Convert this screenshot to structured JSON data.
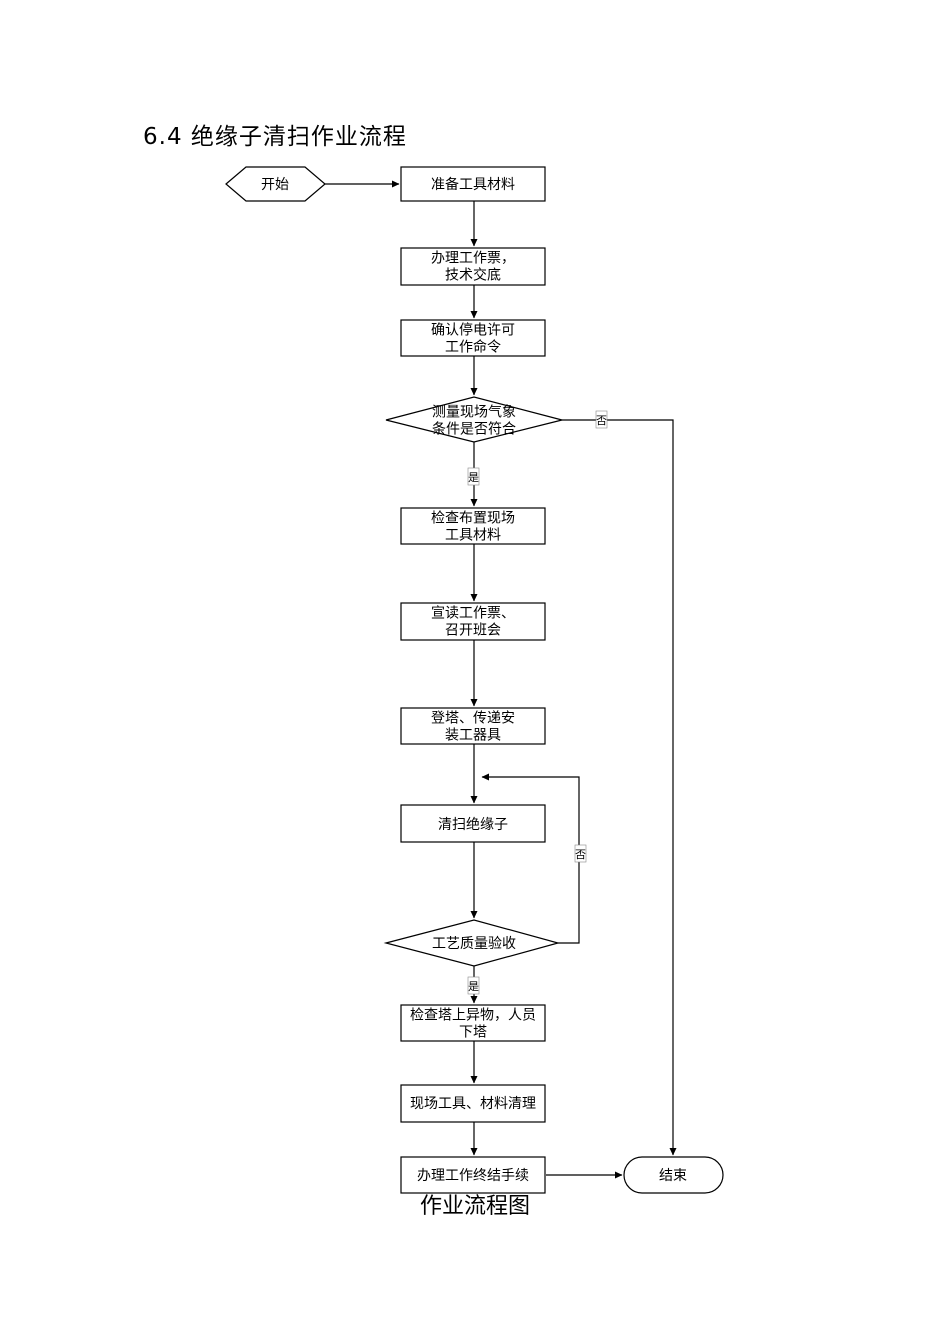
{
  "section_title": "6.4 绝缘子清扫作业流程",
  "caption": "作业流程图",
  "nodes": {
    "start": {
      "lines": [
        "开始"
      ]
    },
    "prepare": {
      "lines": [
        "准备工具材料"
      ]
    },
    "ticket": {
      "lines": [
        "办理工作票，",
        "技术交底"
      ]
    },
    "confirm": {
      "lines": [
        "确认停电许可",
        "工作命令"
      ]
    },
    "weather": {
      "lines": [
        "测量现场气象",
        "条件是否符合"
      ]
    },
    "check_site": {
      "lines": [
        "检查布置现场",
        "工具材料"
      ]
    },
    "meeting": {
      "lines": [
        "宣读工作票、",
        "召开班会"
      ]
    },
    "climb": {
      "lines": [
        "登塔、传递安",
        "装工器具"
      ]
    },
    "clean": {
      "lines": [
        "清扫绝缘子"
      ]
    },
    "quality": {
      "lines": [
        "工艺质量验收"
      ]
    },
    "inspect": {
      "lines": [
        "检查塔上异物，人员",
        "下塔"
      ]
    },
    "tidy": {
      "lines": [
        "现场工具、材料清理"
      ]
    },
    "finish": {
      "lines": [
        "办理工作终结手续"
      ]
    },
    "end": {
      "lines": [
        "结束"
      ]
    }
  },
  "edge_labels": {
    "weather_no": "否",
    "weather_yes": "是",
    "quality_no": "否",
    "quality_yes": "是"
  }
}
